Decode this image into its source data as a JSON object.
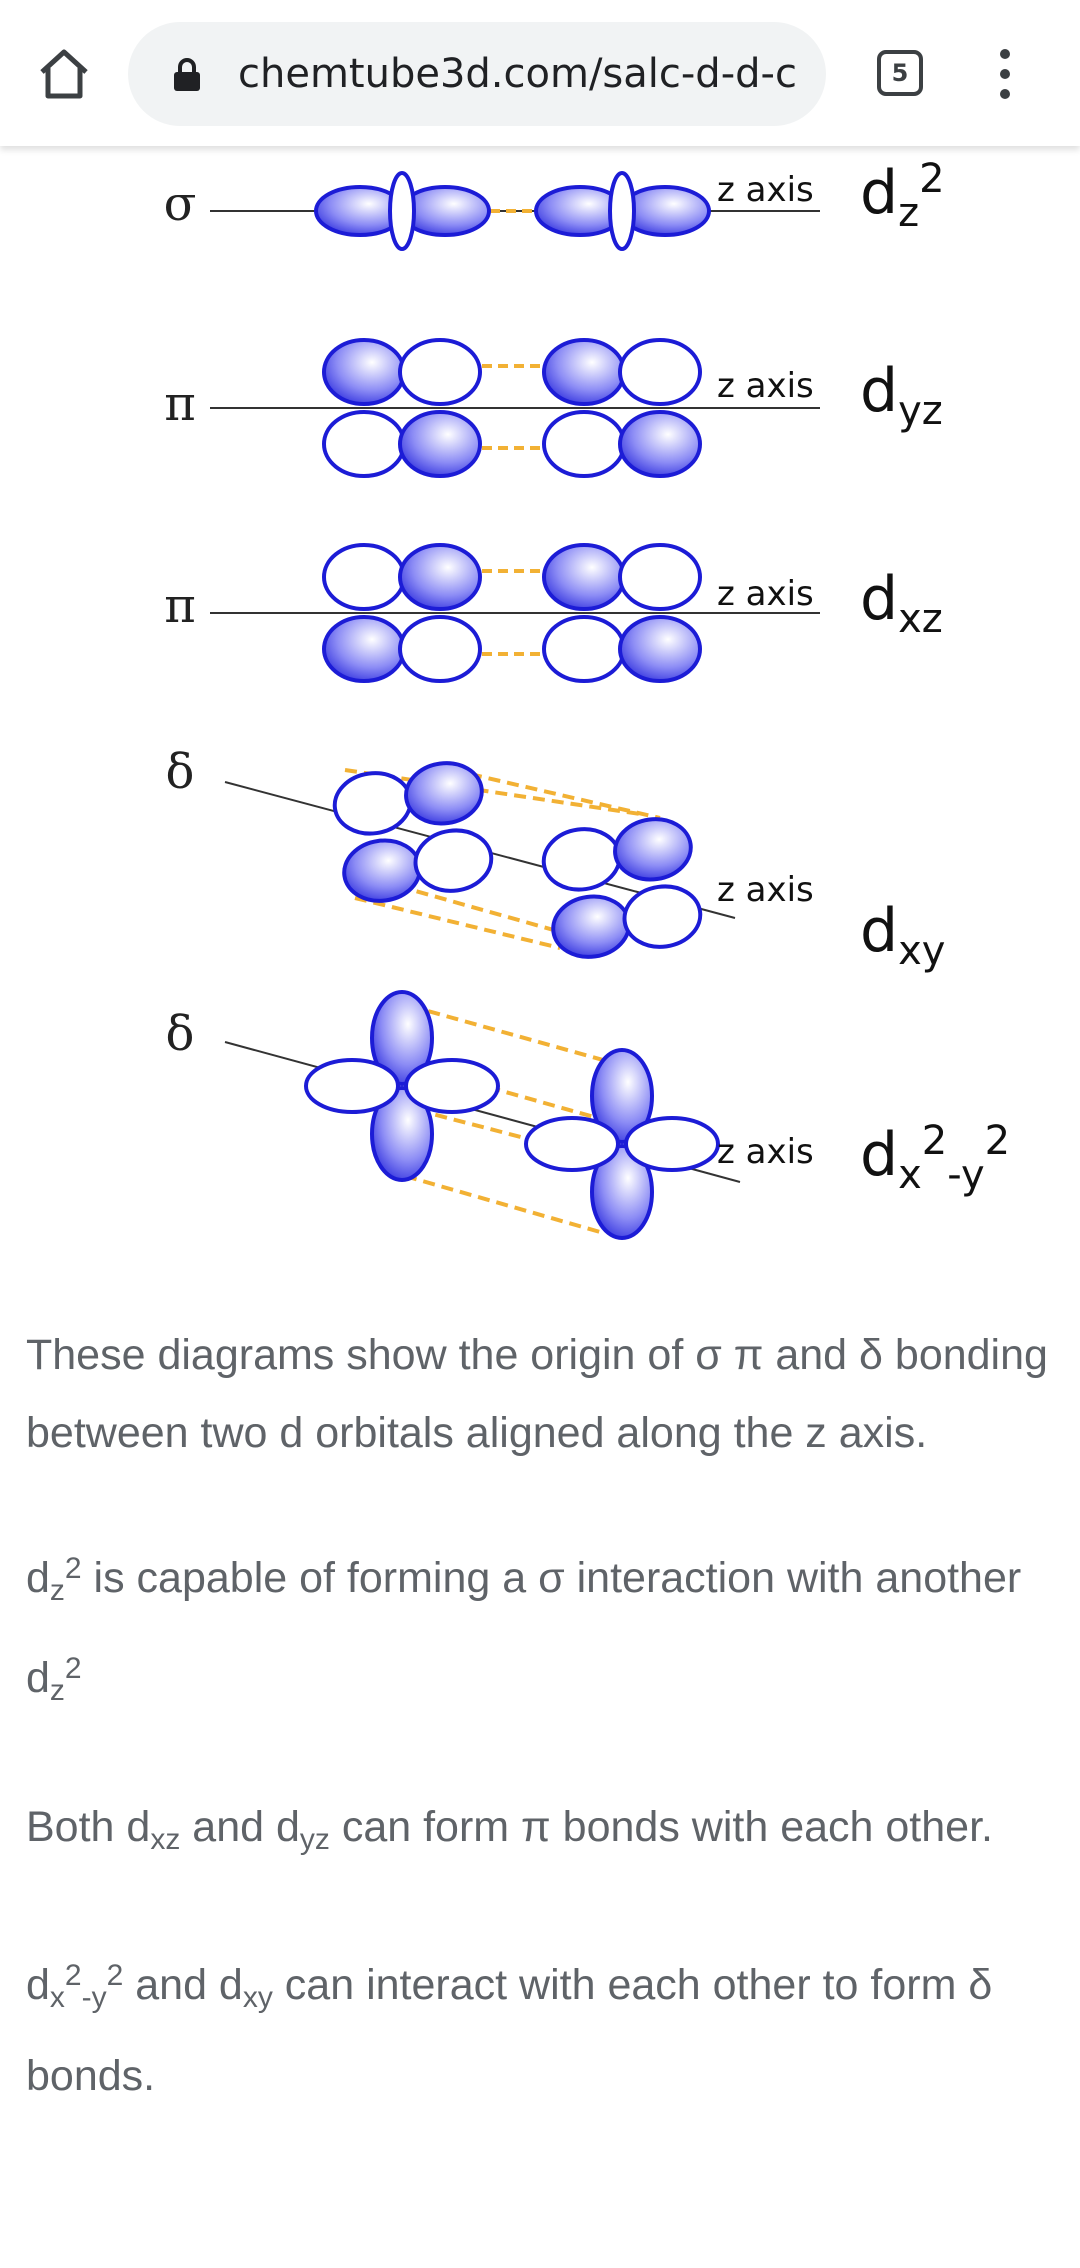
{
  "browser": {
    "url": "chemtube3d.com/salc-d-d-c",
    "tab_count": "5"
  },
  "diagram": {
    "rows": [
      {
        "symbol": "σ",
        "axis_label": "z axis",
        "orbital": "d",
        "sub": "z",
        "sup": "2"
      },
      {
        "symbol": "π",
        "axis_label": "z axis",
        "orbital": "d",
        "sub": "yz",
        "sup": ""
      },
      {
        "symbol": "π",
        "axis_label": "z axis",
        "orbital": "d",
        "sub": "xz",
        "sup": ""
      },
      {
        "symbol": "δ",
        "axis_label": "z axis",
        "orbital": "d",
        "sub": "xy",
        "sup": ""
      },
      {
        "symbol": "δ",
        "axis_label": "z axis",
        "orbital": "d",
        "sub": "x",
        "sup": "2",
        "sub2": "-y",
        "sup2": "2"
      }
    ],
    "colors": {
      "lobe": "#1c1cd6",
      "bond_dash": "#f2b134",
      "axis": "#333333"
    }
  },
  "text": {
    "p1": "These diagrams show the origin of σ π and δ bonding between two d orbitals aligned along the z axis.",
    "p2": {
      "a": "d",
      "a_sub": "z",
      "a_sup": "2",
      "b": " is capable of forming a σ interaction with another d",
      "c_sub": "z",
      "c_sup": "2"
    },
    "p3": {
      "a": "Both d",
      "a_sub": "xz",
      "b": " and d",
      "b_sub": "yz",
      "c": " can form π bonds with each other."
    },
    "p4": {
      "a": "d",
      "a_sub": "x",
      "a_sup": "2",
      "a_sub2": "-y",
      "a_sup2": "2",
      "b": " and d",
      "b_sub": "xy",
      "c": " can interact with each other to form δ bonds."
    }
  }
}
